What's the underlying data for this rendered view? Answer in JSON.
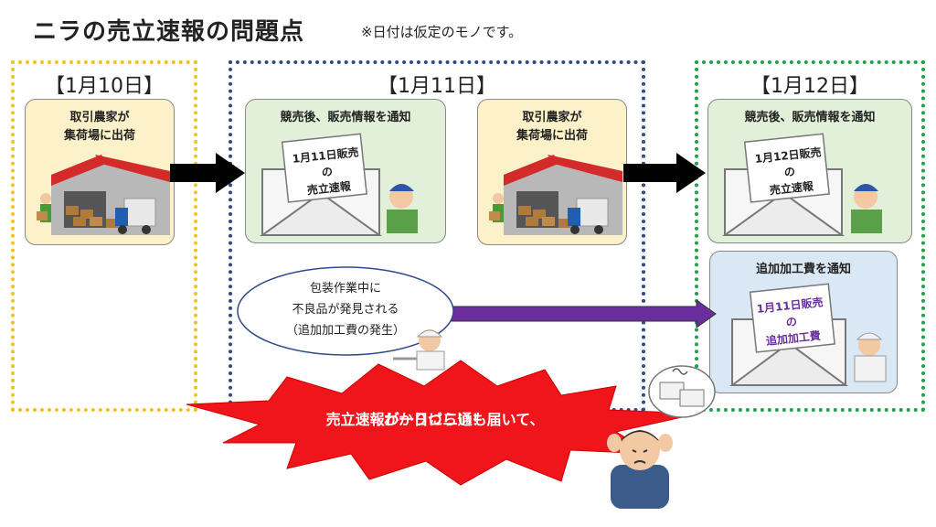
{
  "title": "ニラの売立速報の問題点",
  "note": "※日付は仮定のモノです。",
  "days": {
    "d10": "【1月10日】",
    "d11": "【1月11日】",
    "d12": "【1月12日】"
  },
  "cards": {
    "farmer_ship": [
      "取引農家が",
      "集荷場に出荷"
    ],
    "notify": "競売後、販売情報を通知",
    "extra_cost": "追加加工費を通知"
  },
  "papers": {
    "p11_lines": [
      "1月11日販売",
      "の",
      "売立速報"
    ],
    "p12_lines": [
      "1月12日販売",
      "の",
      "売立速報"
    ],
    "p_extra_lines": [
      "1月11日販売",
      "の",
      "追加加工費"
    ]
  },
  "bubble": [
    "包装作業中に",
    "不良品が発見される",
    "（追加加工費の発生）"
  ],
  "burst": [
    "売立速報が一日に二通も届いて、",
    "わかりづらい！"
  ],
  "colors": {
    "frame10": "#f2c31b",
    "frame11": "#2f4a8a",
    "frame12": "#22a04b",
    "card_yellow": "#fdf1c9",
    "card_green": "#e2f0d9",
    "card_blue": "#dae8f6",
    "arrow_black": "#000000",
    "arrow_purple": "#6a2f9c",
    "burst_red": "#f0151b"
  }
}
